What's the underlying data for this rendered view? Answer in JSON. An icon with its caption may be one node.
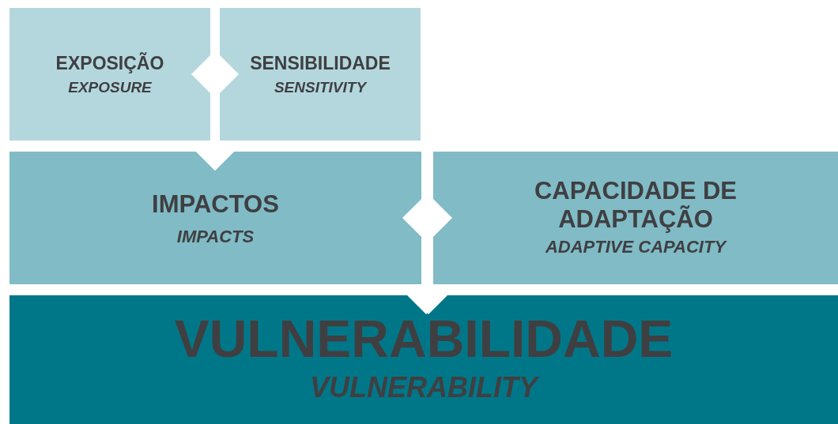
{
  "diagram": {
    "nodes": [
      {
        "text": [
          "EXPOSIÇÃO",
          "EXPOSURE"
        ]
      },
      {
        "text": [
          "SENSIBILIDADE",
          "SENSITIVITY"
        ]
      },
      {
        "text": [
          "IMPACTOS",
          "IMPACTS"
        ]
      },
      {
        "text": [
          "CAPACIDADE DE ADAPTAÇÃO",
          "ADAPTIVE CAPACITY"
        ]
      },
      {
        "text": [
          "VULNERABILIDADE",
          "VULNERABILITY"
        ]
      }
    ],
    "edges": [
      {
        "from": 0,
        "to": 1,
        "arrow": "both"
      },
      {
        "from": 0,
        "to": 2,
        "arrow": "to"
      },
      {
        "from": 1,
        "to": 2,
        "arrow": "to"
      },
      {
        "from": 2,
        "to": 3,
        "arrow": "both"
      },
      {
        "from": 2,
        "to": 4,
        "arrow": "to"
      },
      {
        "from": 3,
        "to": 4,
        "arrow": "to"
      }
    ]
  }
}
